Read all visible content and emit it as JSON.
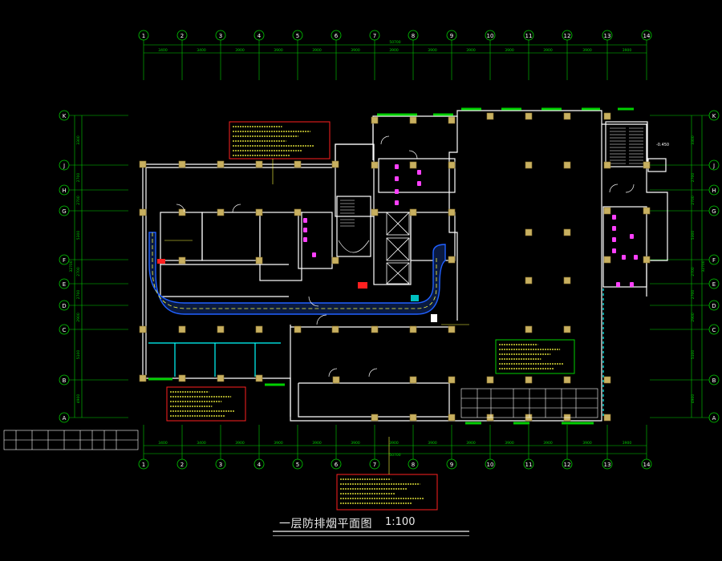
{
  "title": "一层防排烟平面图",
  "scale": "1:100",
  "colors": {
    "background": "#000000",
    "wall": "#ffffff",
    "column": "#c8b060",
    "axis": "#00d000",
    "duct": "#2060ff",
    "duct_fill": "#0a1a40",
    "note_frame": "#ff2020",
    "note_text": "#ffff40",
    "fixture": "#ff40ff",
    "window": "#00ffff",
    "dimension_text": "#00d000"
  },
  "grid": {
    "columns": [
      "1",
      "2",
      "3",
      "4",
      "5",
      "6",
      "7",
      "8",
      "9",
      "10",
      "11",
      "12",
      "13",
      "14"
    ],
    "rows": [
      "K",
      "J",
      "H",
      "G",
      "F",
      "E",
      "D",
      "C",
      "B",
      "A"
    ]
  },
  "dimensions": {
    "top_spans": [
      "3400",
      "3400",
      "3900",
      "3900",
      "3900",
      "3900",
      "3900",
      "3900",
      "3900",
      "3900",
      "3900",
      "3900",
      "3900"
    ],
    "top_total": "50700",
    "bottom_spans": [
      "3400",
      "3400",
      "3900",
      "3900",
      "3900",
      "3900",
      "3900",
      "3900",
      "3900",
      "3900",
      "3900",
      "3900",
      "3900"
    ],
    "bottom_total": "50700",
    "left_spans": [
      "3300",
      "2700",
      "2700",
      "5300",
      "2700",
      "2700",
      "2900",
      "5100",
      "4900"
    ],
    "left_total": "32700",
    "right_spans": [
      "3300",
      "2700",
      "2700",
      "5300",
      "2700",
      "2700",
      "2900",
      "5100",
      "4900"
    ],
    "right_total": "32700"
  },
  "level_mark": "-0.450"
}
